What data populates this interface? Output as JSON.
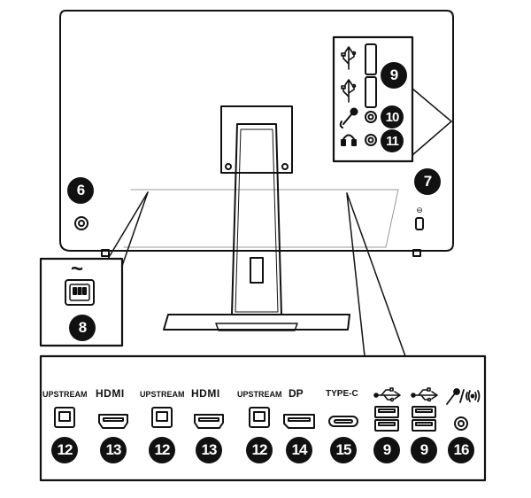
{
  "callouts": {
    "c6": "6",
    "c7": "7",
    "c8": "8",
    "c9_top": "9",
    "c10": "10",
    "c11": "11"
  },
  "power_symbol": "~",
  "bottom_panel": {
    "ports": [
      {
        "label": "UPSTREAM",
        "number": "12",
        "icon": "usb-b-port"
      },
      {
        "label": "HDMI",
        "number": "13",
        "icon": "hdmi-port"
      },
      {
        "label": "UPSTREAM",
        "number": "12",
        "icon": "usb-b-port"
      },
      {
        "label": "HDMI",
        "number": "13",
        "icon": "hdmi-port"
      },
      {
        "label": "UPSTREAM",
        "number": "12",
        "icon": "usb-b-port"
      },
      {
        "label": "DP",
        "number": "14",
        "icon": "displayport-port"
      },
      {
        "label": "TYPE-C",
        "number": "15",
        "icon": "usb-c-port"
      },
      {
        "label": "",
        "number": "9",
        "icon": "usb-a-port-pair"
      },
      {
        "label": "",
        "number": "9",
        "icon": "usb-a-port-pair"
      },
      {
        "label": "",
        "number": "16",
        "icon": "microphone-jack"
      }
    ]
  }
}
